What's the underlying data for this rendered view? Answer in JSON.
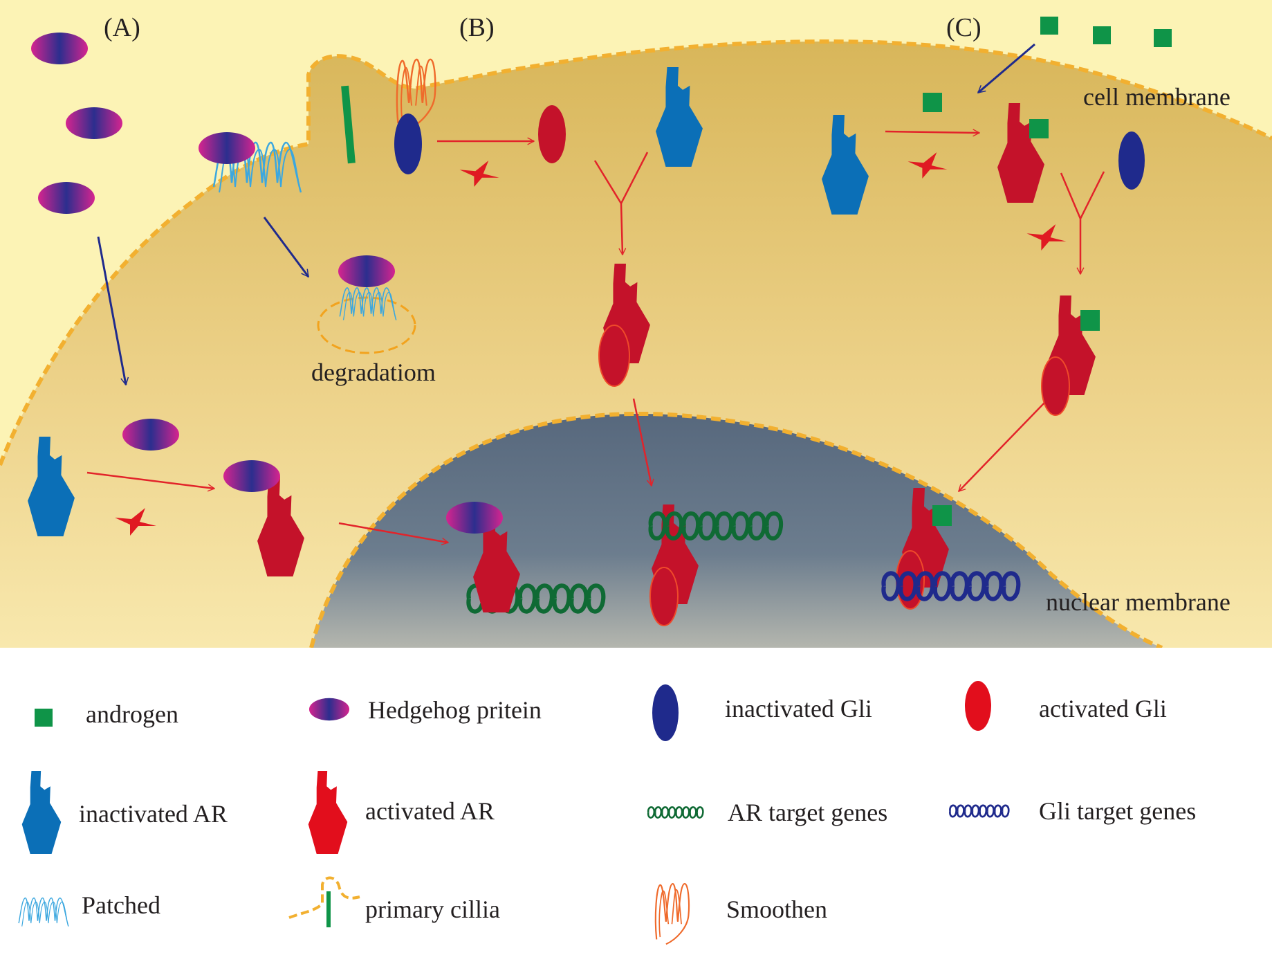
{
  "panels": {
    "a": "(A)",
    "b": "(B)",
    "c": "(C)"
  },
  "labels": {
    "cell_membrane": "cell membrane",
    "nuclear_membrane": "nuclear membrane",
    "degradation": "degradatiom"
  },
  "legend": {
    "androgen": "androgen",
    "hedgehog_protein": "Hedgehog pritein",
    "inactivated_gli": "inactivated Gli",
    "activated_gli": "activated Gli",
    "inactivated_ar": "inactivated AR",
    "activated_ar": "activated AR",
    "ar_target_genes": "AR target genes",
    "gli_target_genes": "Gli target genes",
    "patched": "Patched",
    "primary_cilia": "primary cillia",
    "smoothen": "Smoothen"
  },
  "colors": {
    "extracellular": "#fcf3b5",
    "cytoplasm": "#dcbc65",
    "nucleus": "#5e7286",
    "membrane": "#f2b030",
    "androgen": "#0f9448",
    "inactivated_ar": "#0b6fb7",
    "activated_ar": "#c4122a",
    "inactivated_gli": "#1f2a8c",
    "activated_gli": "#d2101f",
    "ar_gene": "#0f6a34",
    "gli_gene": "#1f2a8c",
    "patched": "#3ba7df",
    "smoothen": "#ef6a2b",
    "arrow_blue": "#1f2a8c",
    "arrow_red": "#e2232a"
  }
}
